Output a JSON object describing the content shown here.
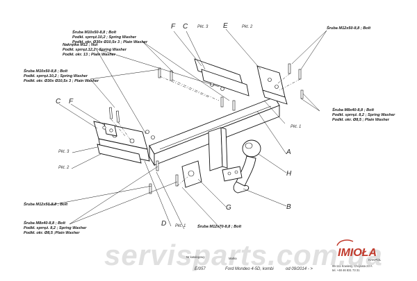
{
  "labels": {
    "top_left_group": [
      "Śruba M10x50-8,8 ; Bolt",
      "Podkł. sprręż.10,2 ; Spring Washer",
      "Podkł. okr. Ø30x Ø10,5x 3 ; Plain Washer"
    ],
    "nut_group": [
      "Nakrętka M12 ; Nut",
      "Podkł. sprręż.12,2 ; Spring Washer",
      "Podkł. okr. 13 ; Plain Washer"
    ],
    "mid_left_group": [
      "Śruba M10x50-8,8 ; Bolt",
      "Podkł. sprręż.10,2 ; Spring Washer",
      "Podkł. okr. Ø30x Ø10,5x 3 ; Plain Washer"
    ],
    "top_right_bolt": "Śruba M12x50-8,8 ; Bolt",
    "right_group": [
      "Śruba M8x40-8,8 ; Bolt",
      "Podkł. sprręż. 8,2 ; Spring Washer",
      "Podkł. okr. Ø8,5 ; Plain Washer"
    ],
    "left_bolt": "Śruba M12x50-8,8 ; Bolt",
    "bottom_left_group": [
      "Śruba M8x40-8,8 ; Bolt",
      "Podkł. sprręż. 8,2 ; Spring Washer",
      "Podkł. okr. Ø8,5 ;Plain Washer"
    ],
    "bottom_bolt": "Śruba M12x70-8,8 ; Bolt"
  },
  "letters": {
    "F_top": "F",
    "C_top": "C",
    "E_top": "E",
    "C_left": "C",
    "F_left": "F",
    "A": "A",
    "H": "H",
    "B": "B",
    "G": "G",
    "D": "D"
  },
  "pkt": {
    "pkt3_top": "Pkt. 3",
    "pkt2_top": "Pkt. 2",
    "pkt1_right": "Pkt. 1",
    "pkt3_left": "Pkt. 3",
    "pkt2_left": "Pkt. 2",
    "pkt1_bottom": "Pkt. 1"
  },
  "footer": {
    "catalog_label": "Nr katalogowy",
    "catalog_number": "E/057",
    "make_label": "Marka",
    "model": "Ford Mondeo 4-5D, kombi",
    "date": "od 09/2014 - >",
    "brand": "IMIOŁA",
    "brand_sub": "HAKPOL",
    "address": "95-111 Kowiesy, Chojnata 23 A",
    "phone": "tel. +48 46 831 73 31"
  },
  "watermark": "servisparts.com.ua"
}
